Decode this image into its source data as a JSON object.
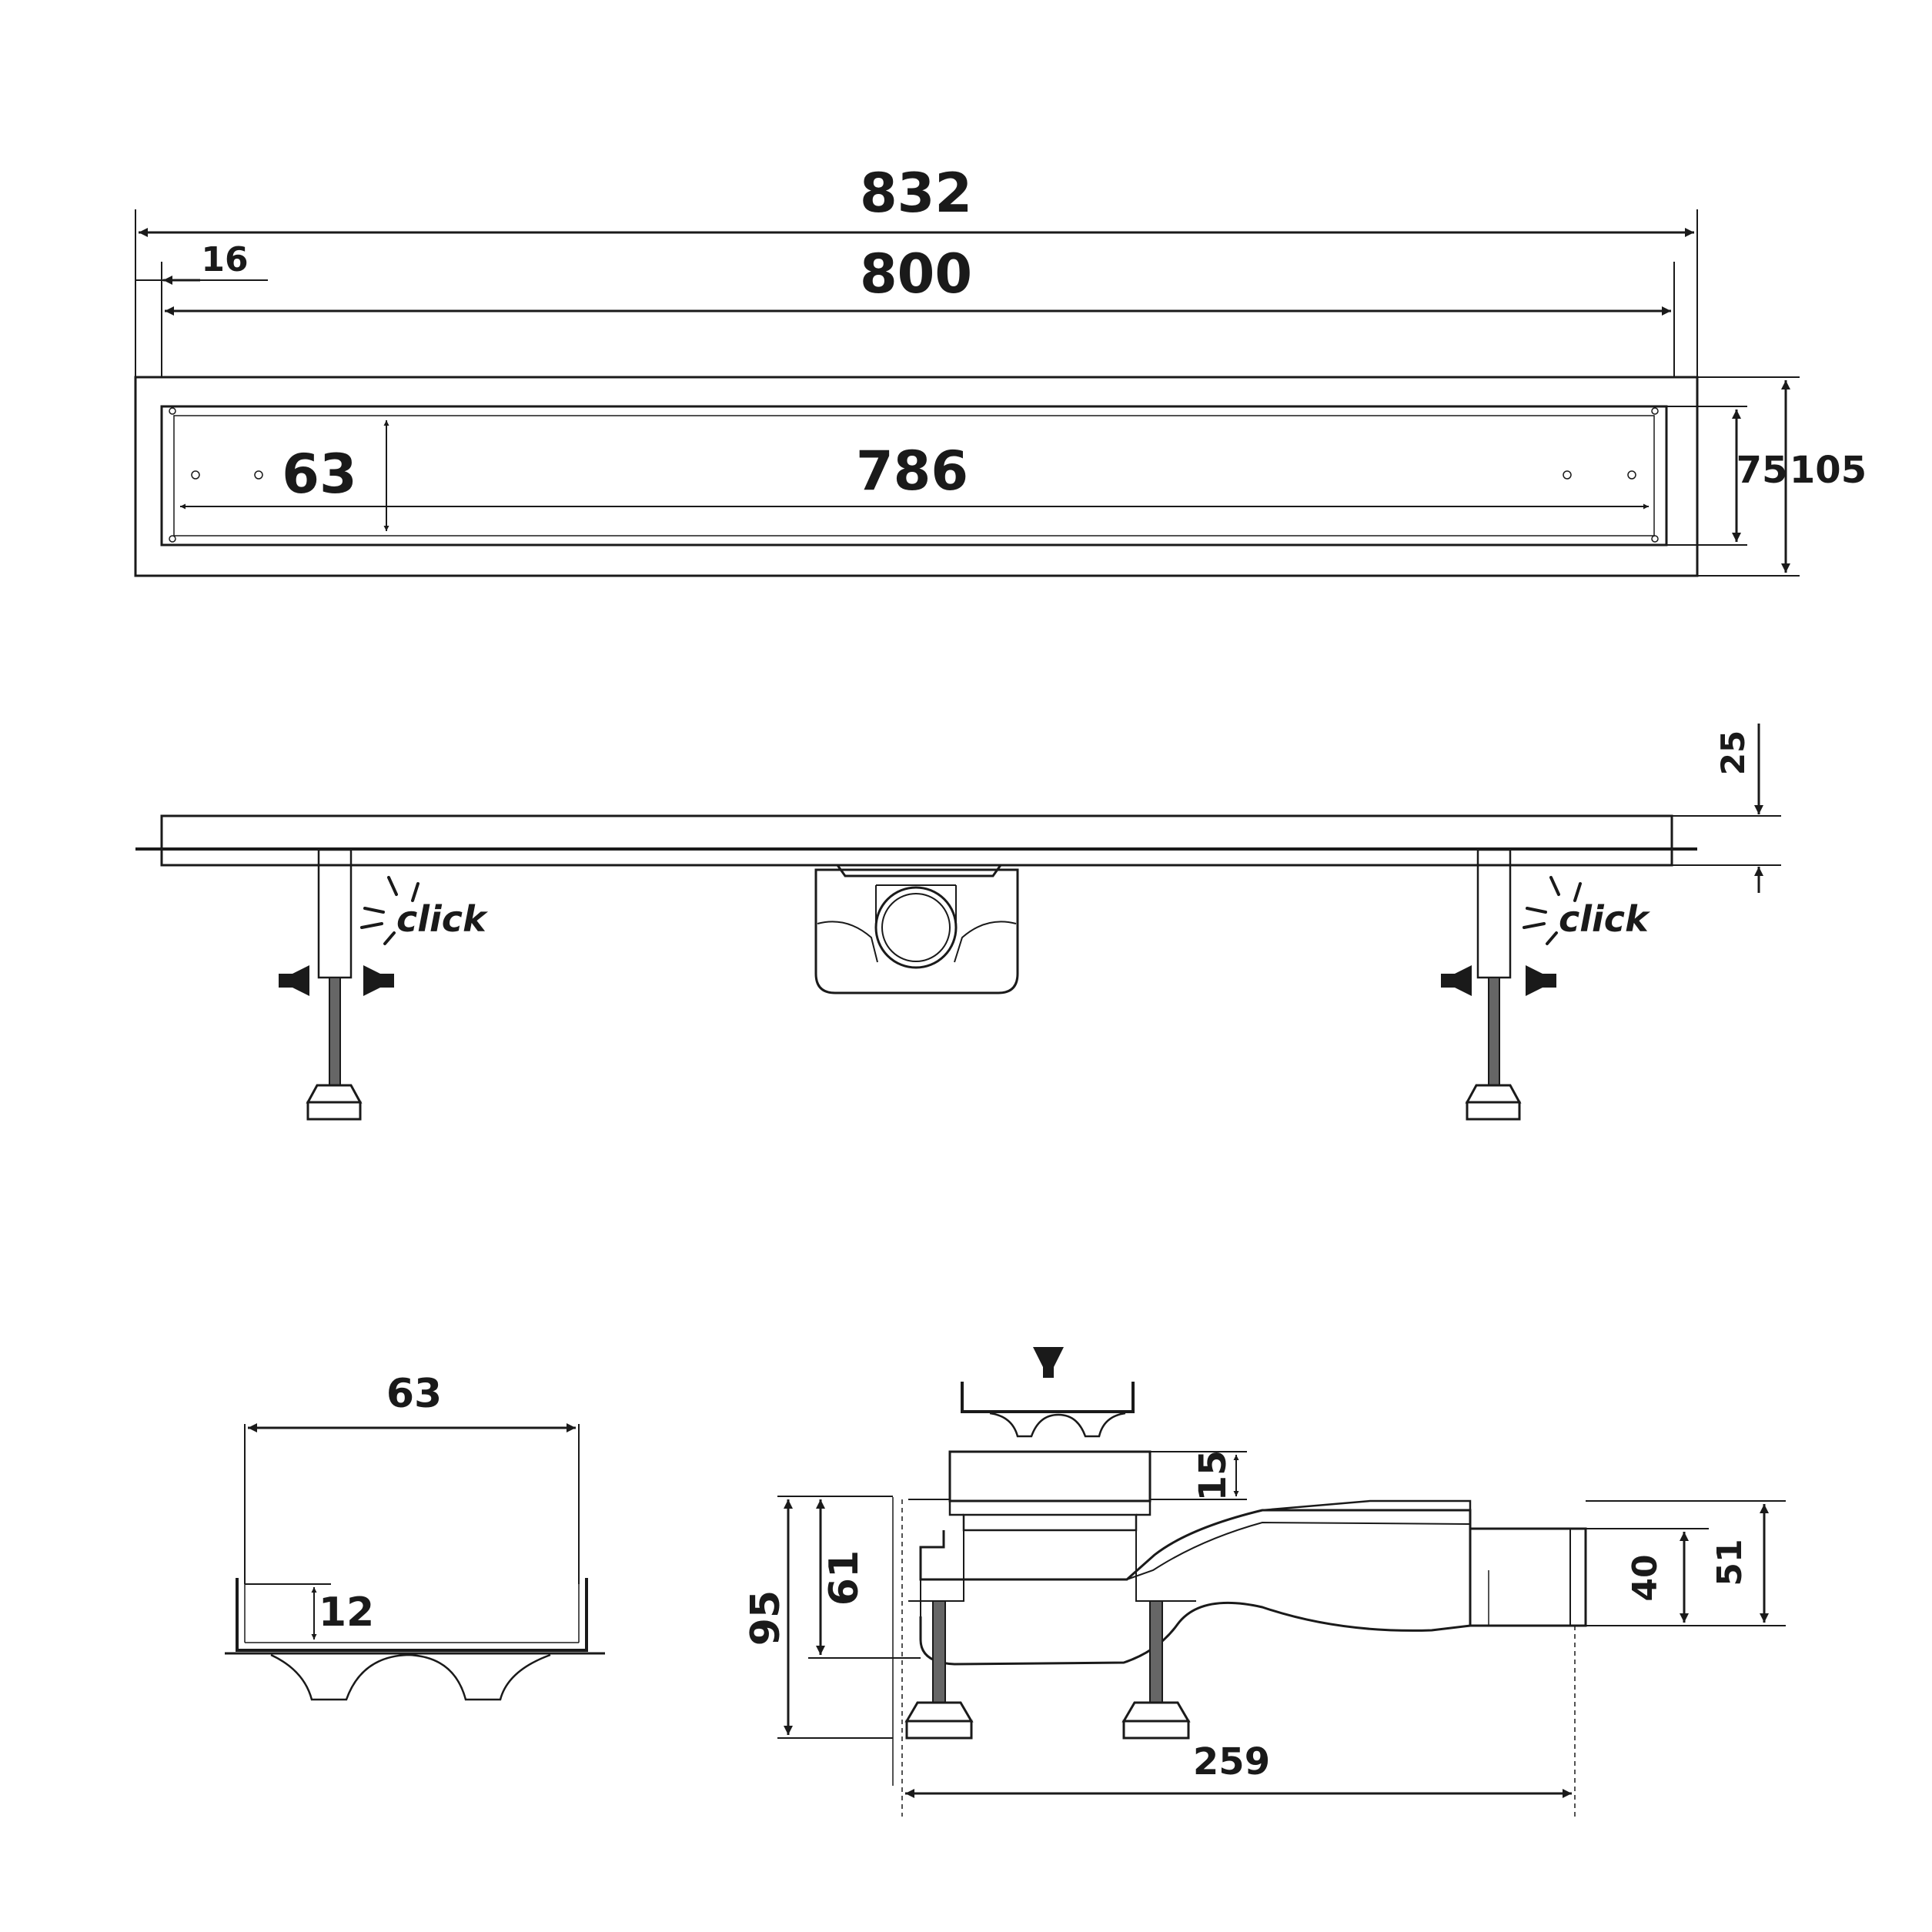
{
  "colors": {
    "line": "#1a1a1a",
    "background": "#ffffff"
  },
  "top_view": {
    "overall_length": "832",
    "inner_length": "800",
    "offset": "16",
    "channel_length": "786",
    "channel_width": "63",
    "inner_width": "75",
    "overall_width": "105"
  },
  "side_view": {
    "height": "25",
    "click_left": "click",
    "click_right": "click"
  },
  "cross_section": {
    "width": "63",
    "depth": "12"
  },
  "outlet_view": {
    "total_height": "95",
    "min_height": "61",
    "cover_height": "15",
    "pipe_diameter": "40",
    "outlet_height": "51",
    "length": "259"
  }
}
